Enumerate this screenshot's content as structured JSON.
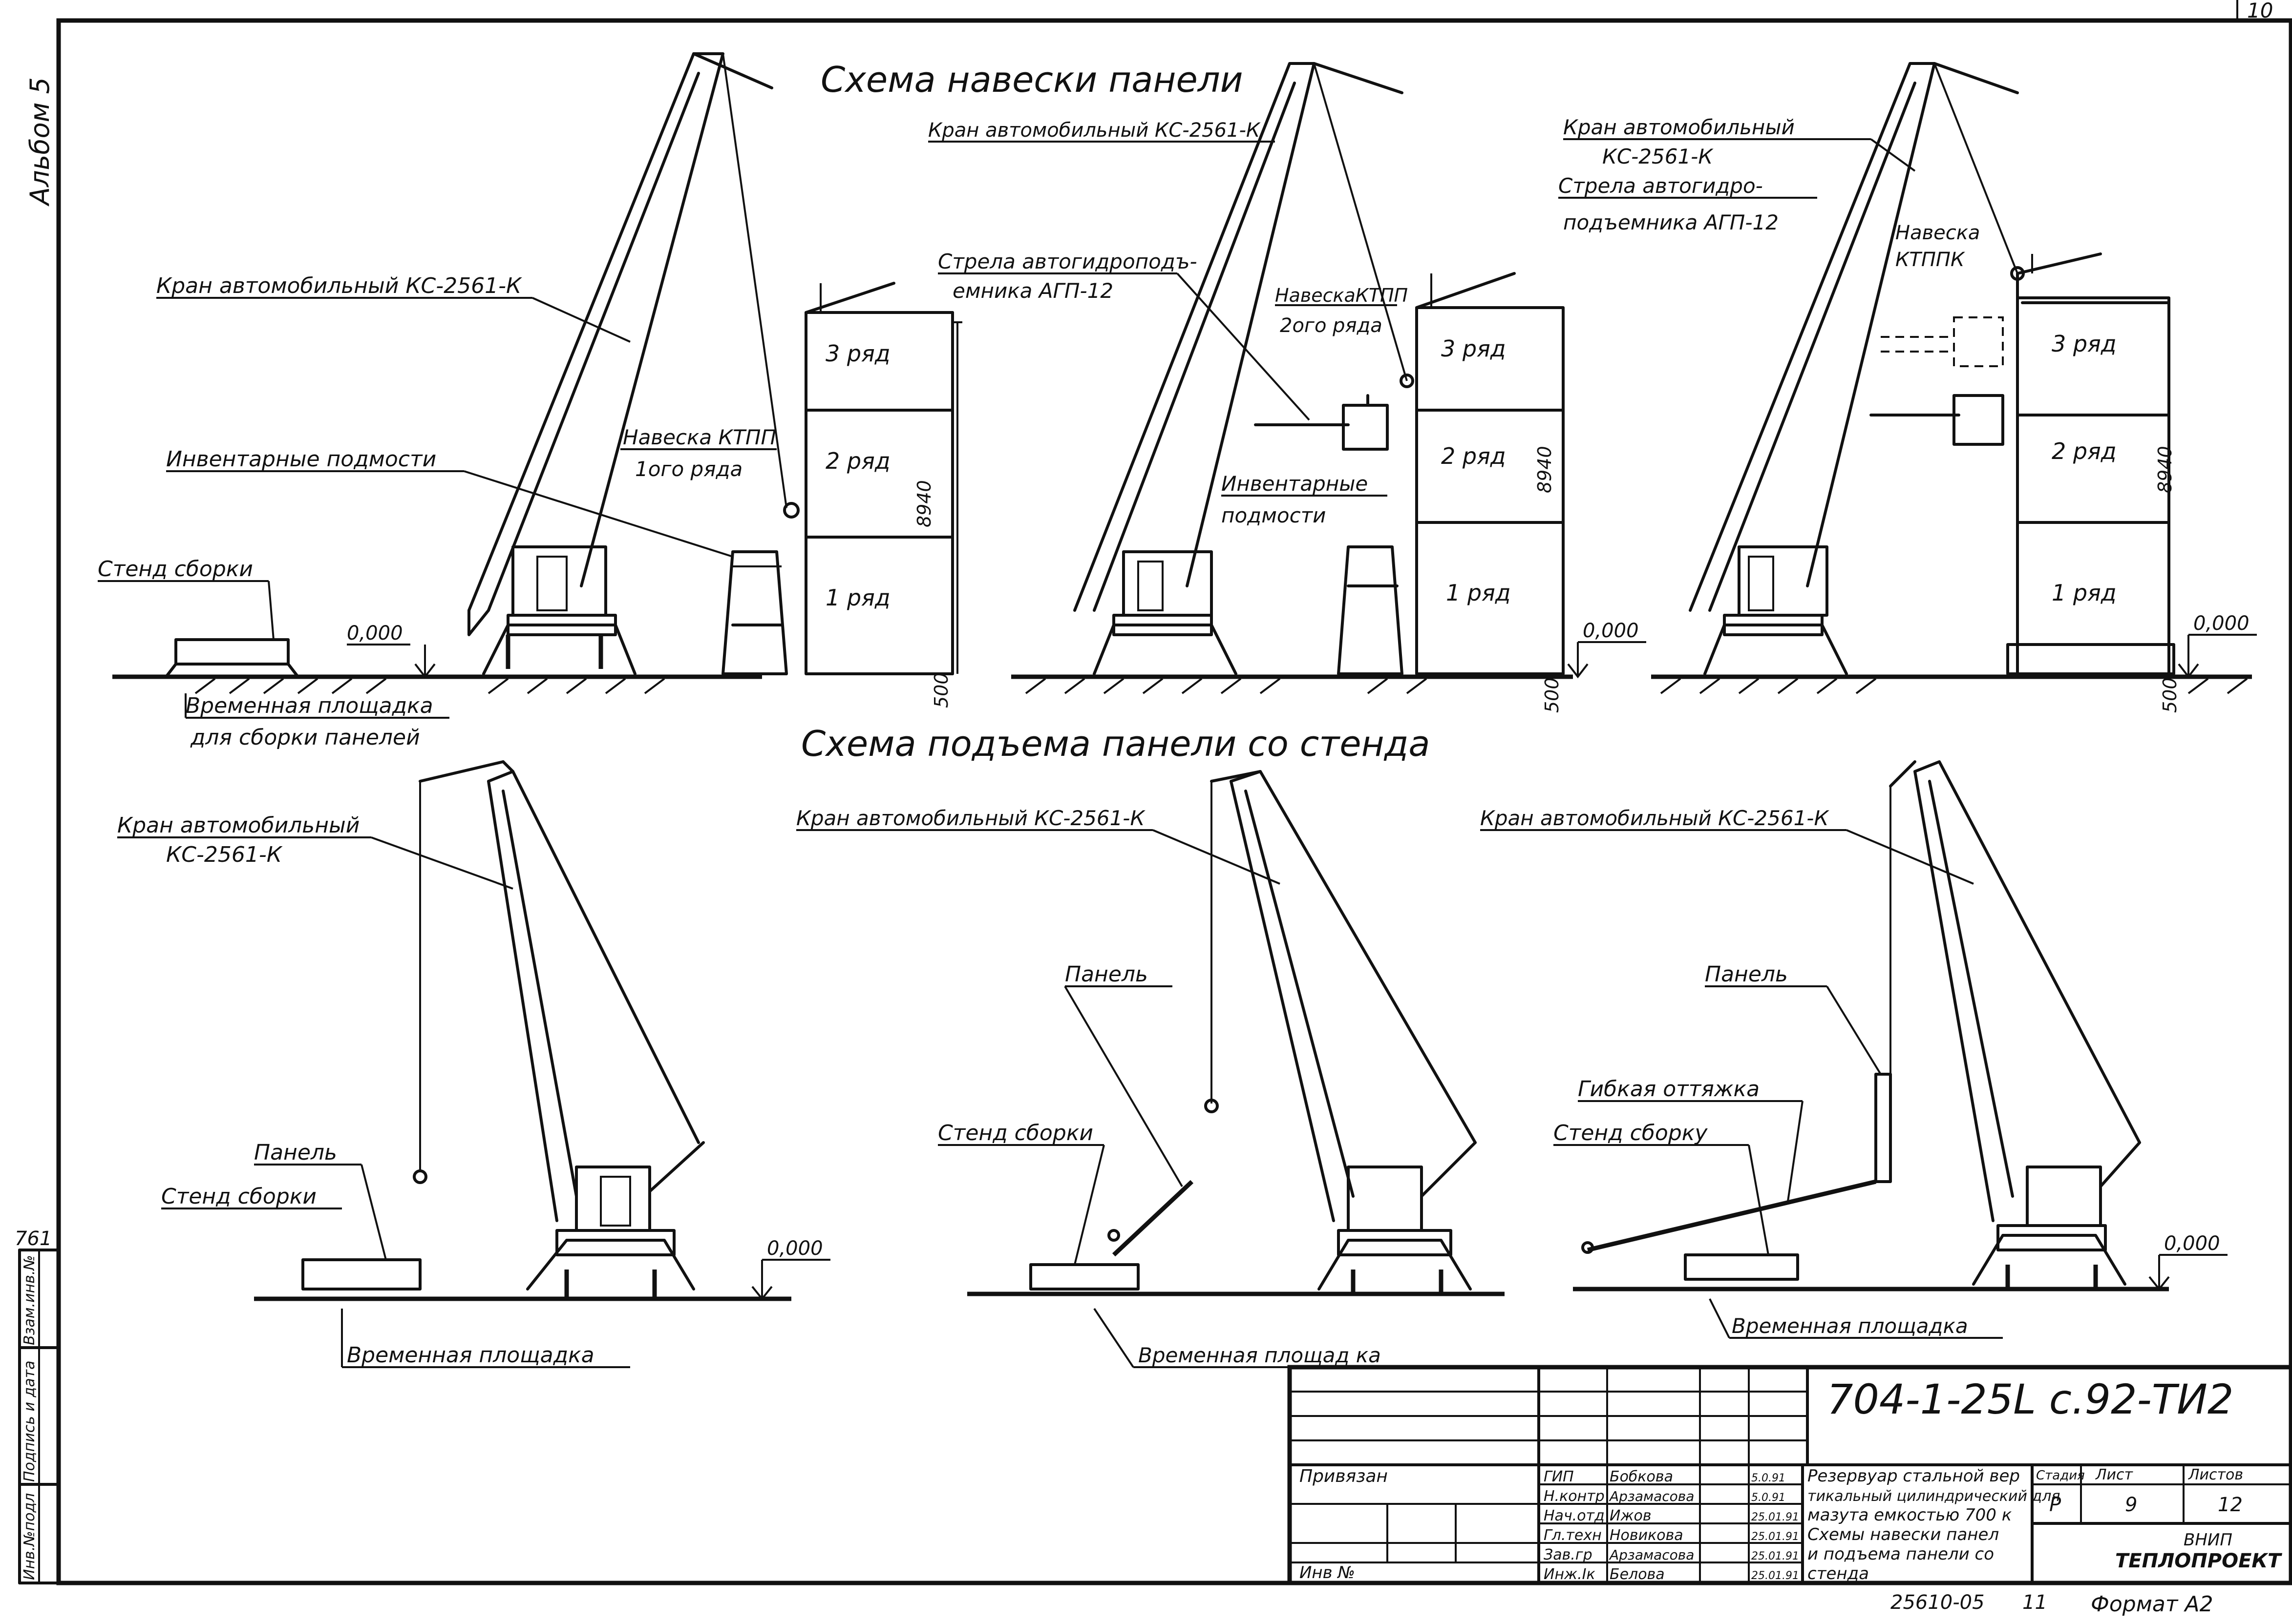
{
  "sheet": {
    "page_number": "10",
    "album_label": "Альбом 5",
    "side_number": "761",
    "format": "Формат А2",
    "inventory_code": "25610-05",
    "inventory_suffix": "11"
  },
  "top_section": {
    "title": "Схема навески панели",
    "labels": {
      "crane_1": "Кран автомобильный КС-2561-К",
      "scaffolds_1": "Инвентарные подмости",
      "stand_1": "Стенд сборки",
      "hanging_1a": "Навеска КТПП",
      "hanging_1b": "1ого ряда",
      "zero_1": "0,000",
      "platform_1a": "Временная площадка",
      "platform_1b": "для сборки панелей",
      "crane_2": "Кран автомобильный КС-2561-К",
      "boom_2a": "Стрела автогидроподъ-",
      "boom_2b": "емника АГП-12",
      "hanging_2a": "НавескаКТПП",
      "hanging_2b": "2ого ряда",
      "scaffolds_2a": "Инвентарные",
      "scaffolds_2b": "подмости",
      "zero_2": "0,000",
      "crane_3a": "Кран автомобильный",
      "crane_3b": "КС-2561-К",
      "boom_3a": "Стрела автогидро-",
      "boom_3b": "подъемника АГП-12",
      "hanging_3a": "Навеска",
      "hanging_3b": "КТППК",
      "zero_3": "0,000"
    },
    "rows": [
      "3 ряд",
      "2 ряд",
      "1 ряд"
    ],
    "dimensions": {
      "height": "8940",
      "base": "500"
    }
  },
  "bottom_section": {
    "title": "Схема подъема панели со стенда",
    "labels": {
      "crane_4a": "Кран автомобильный",
      "crane_4b": "КС-2561-К",
      "panel_4": "Панель",
      "stand_4": "Стенд сборки",
      "platform_4": "Временная площадка",
      "zero_4": "0,000",
      "crane_5": "Кран автомобильный КС-2561-К",
      "panel_5": "Панель",
      "stand_5": "Стенд сборки",
      "platform_5": "Временная площад ка",
      "crane_6": "Кран автомобильный КС-2561-К",
      "panel_6": "Панель",
      "guy_6": "Гибкая оттяжка",
      "stand_6": "Стенд сборку",
      "platform_6": "Временная площадка",
      "zero_6": "0,000"
    }
  },
  "title_block": {
    "doc_code": "704-1-25L с.92-ТИ2",
    "privyazan": "Привязан",
    "inv_no": "Инв №",
    "staff": [
      {
        "role": "ГИП",
        "name": "Бобкова",
        "date": "5.0.91"
      },
      {
        "role": "Н.контр",
        "name": "Арзамасова",
        "date": "5.0.91"
      },
      {
        "role": "Нач.отд",
        "name": "Ижов",
        "date": "25.01.91"
      },
      {
        "role": "Гл.техн",
        "name": "Новикова",
        "date": "25.01.91"
      },
      {
        "role": "Зав.гр",
        "name": "Арзамасова",
        "date": "25.01.91"
      },
      {
        "role": "Инж.Iк",
        "name": "Белова",
        "date": "25.01.91"
      }
    ],
    "description": [
      "Резервуар стальной вер",
      "тикальный цилиндрический для",
      "мазута емкостью 700 к",
      "Схемы навески панел",
      "и подъема панели со",
      "стенда"
    ],
    "stage_header": "Стадия",
    "sheet_header": "Лист",
    "sheets_header": "Листов",
    "stage": "Р",
    "sheet": "9",
    "sheets": "12",
    "org1": "ВНИП",
    "org2": "ТЕПЛОПРОЕКТ"
  },
  "left_strip": {
    "col1": "Инв.№подл",
    "col2": "Подпись и дата",
    "col3": "Взам.инв.№"
  }
}
